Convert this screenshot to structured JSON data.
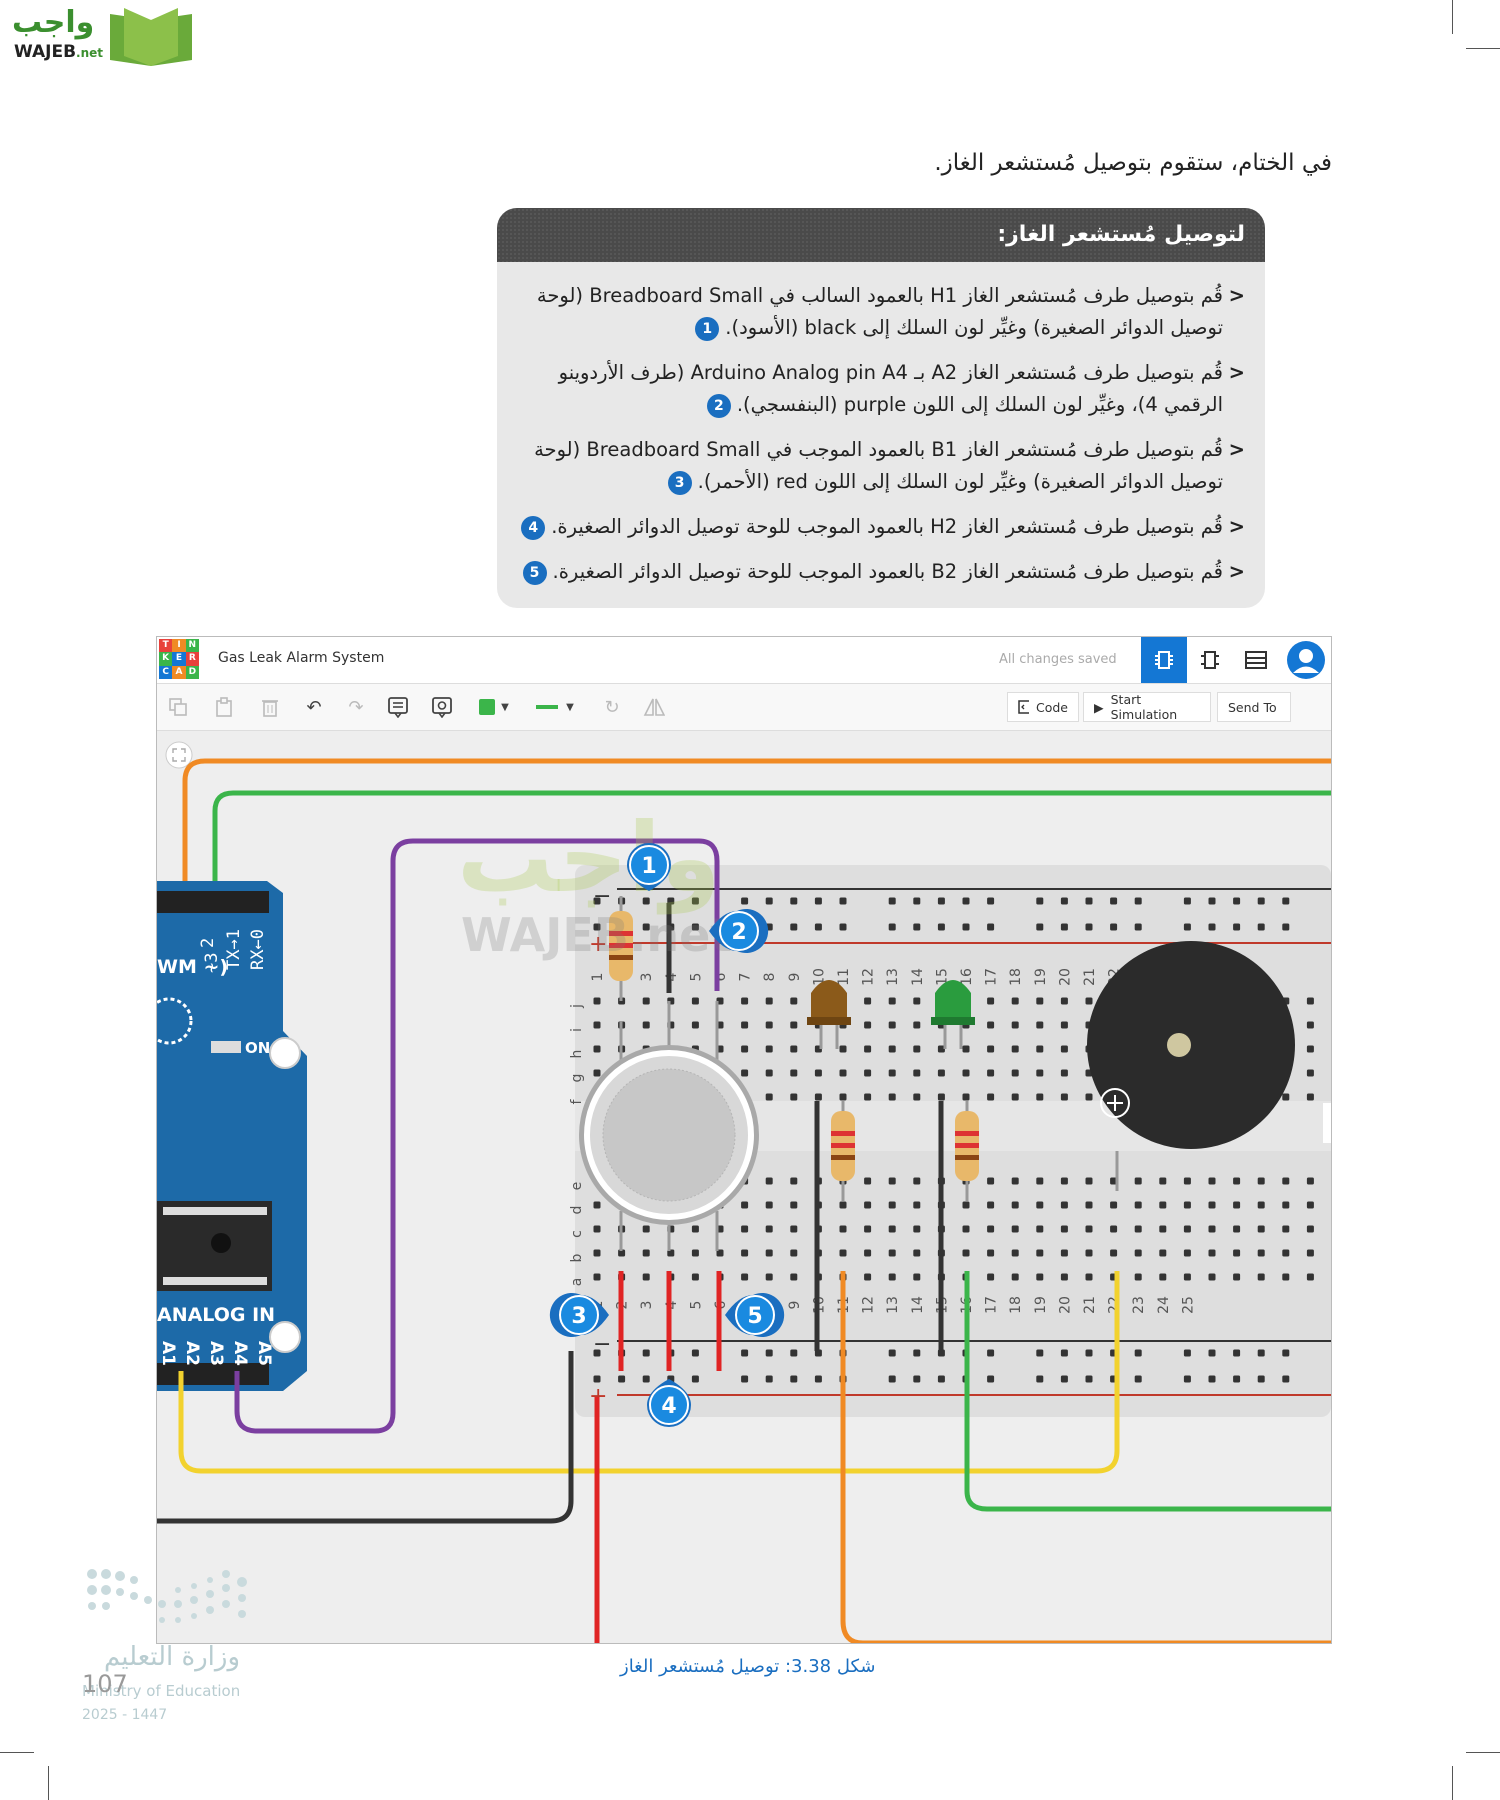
{
  "logo": {
    "arabic": "واجب",
    "latin": "WAJEB",
    "tld": ".net"
  },
  "intro_text": "في الختام، ستقوم بتوصيل مُستشعر الغاز.",
  "instructions": {
    "title": "لتوصيل مُستشعر الغاز:",
    "steps": [
      {
        "text": "قُم بتوصيل طرف مُستشعر الغاز H1 بالعمود السالب في Breadboard Small (لوحة توصيل الدوائر الصغيرة) وغيِّر لون السلك إلى black (الأسود).",
        "num": "1"
      },
      {
        "text": "قُم بتوصيل طرف مُستشعر الغاز A2 بـ Arduino Analog pin A4 (طرف الأردوينو الرقمي 4)، وغيِّر لون السلك إلى اللون purple (البنفسجي).",
        "num": "2"
      },
      {
        "text": "قُم بتوصيل طرف مُستشعر الغاز B1 بالعمود الموجب في Breadboard Small (لوحة توصيل الدوائر الصغيرة) وغيِّر لون السلك إلى اللون red (الأحمر).",
        "num": "3"
      },
      {
        "text": "قُم بتوصيل طرف مُستشعر الغاز H2 بالعمود الموجب للوحة توصيل الدوائر الصغيرة.",
        "num": "4"
      },
      {
        "text": "قُم بتوصيل طرف مُستشعر الغاز B2 بالعمود الموجب للوحة توصيل الدوائر الصغيرة.",
        "num": "5"
      }
    ]
  },
  "app": {
    "logo_letters": [
      "T",
      "I",
      "N",
      "K",
      "E",
      "R",
      "C",
      "A",
      "D"
    ],
    "project_name": "Gas Leak Alarm System",
    "save_status": "All changes saved",
    "code_label": "Code",
    "start_sim_label": "Start Simulation",
    "send_to_label": "Send To",
    "colors": {
      "accent": "#1477d4",
      "wire_orange": "#f08a24",
      "wire_green": "#3bb54a",
      "wire_purple": "#7b3fa0",
      "wire_yellow": "#f2d22e",
      "wire_red": "#e02424",
      "wire_black": "#333333"
    }
  },
  "canvas": {
    "arduino": {
      "pin_labels_top": [
        "~3",
        "2",
        "TX→1",
        "RX←0"
      ],
      "pwm_label": "WM ~)",
      "on_label": "ON",
      "analog_label": "ANALOG IN",
      "analog_pins": [
        "A1",
        "A2",
        "A3",
        "A4",
        "A5"
      ]
    },
    "breadboard": {
      "row_letters_top": [
        "j",
        "i",
        "h",
        "g",
        "f"
      ],
      "row_letters_bottom": [
        "e",
        "d",
        "c",
        "b",
        "a"
      ],
      "column_numbers": [
        "1",
        "2",
        "3",
        "4",
        "5",
        "6",
        "7",
        "8",
        "9",
        "10",
        "11",
        "12",
        "13",
        "14",
        "15",
        "16",
        "17",
        "18",
        "19",
        "20",
        "21",
        "22",
        "23",
        "24",
        "25"
      ],
      "rail_minus": "−",
      "rail_plus": "+"
    },
    "callouts": [
      "1",
      "2",
      "3",
      "4",
      "5"
    ],
    "watermark": {
      "arabic": "واجب",
      "latin": "WAJEB.net"
    }
  },
  "caption": "شكل 3.38: توصيل مُستشعر الغاز",
  "footer": {
    "ministry_ar": "وزارة التعليم",
    "ministry_en": "Ministry of Education",
    "year": "2025 - 1447",
    "page_number": "107"
  }
}
